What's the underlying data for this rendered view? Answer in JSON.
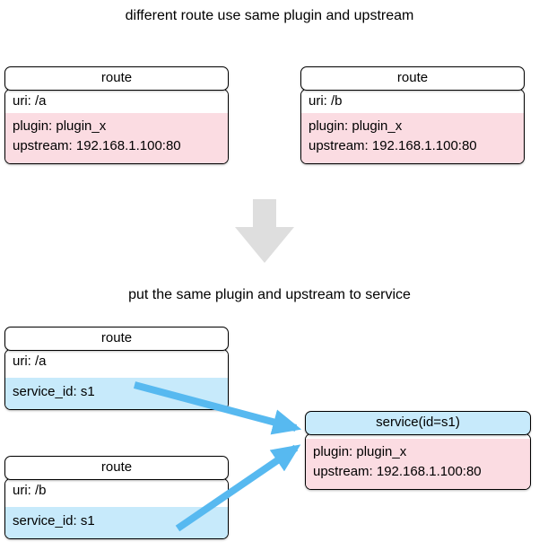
{
  "titles": {
    "top": "different route use same plugin and upstream",
    "bottom": "put the same plugin and upstream to service"
  },
  "top_routes": [
    {
      "header": "route",
      "uri": "uri: /a",
      "plugin": "plugin: plugin_x",
      "upstream": "upstream: 192.168.1.100:80"
    },
    {
      "header": "route",
      "uri": "uri: /b",
      "plugin": "plugin: plugin_x",
      "upstream": "upstream: 192.168.1.100:80"
    }
  ],
  "bottom_routes": [
    {
      "header": "route",
      "uri": "uri: /a",
      "service_id": "service_id: s1"
    },
    {
      "header": "route",
      "uri": "uri: /b",
      "service_id": "service_id: s1"
    }
  ],
  "service": {
    "header": "service(id=s1)",
    "plugin": "plugin: plugin_x",
    "upstream": "upstream: 192.168.1.100:80"
  },
  "colors": {
    "pink": "#fbdce2",
    "light_blue": "#c7eafb",
    "arrow_blue": "#57b9f0",
    "arrow_gray": "#dedede",
    "border": "#000000"
  }
}
